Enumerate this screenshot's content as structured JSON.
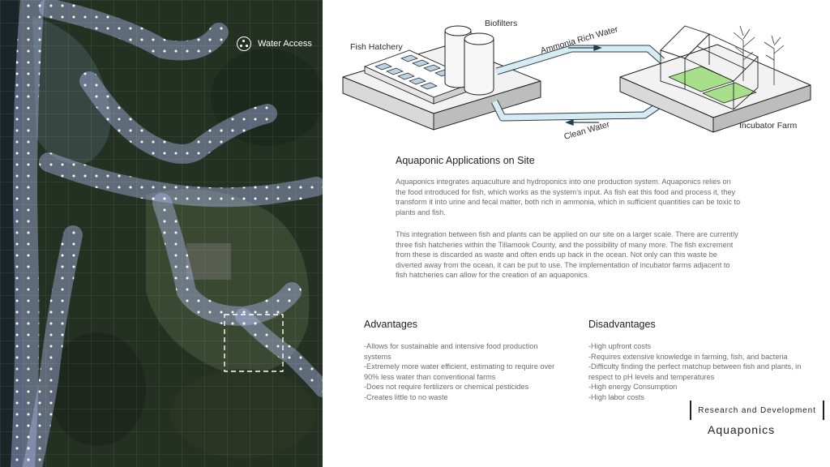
{
  "map": {
    "legend_label": "Water Access"
  },
  "diagram": {
    "labels": {
      "biofilters": "Biofilters",
      "fish_hatchery": "Fish Hatchery",
      "ammonia_water": "Ammonia Rich Water",
      "clean_water": "Clean Water",
      "incubator_farm": "Incubator Farm"
    }
  },
  "main": {
    "title": "Aquaponic Applications on Site",
    "paragraphs": [
      "Aquaponics integrates aquaculture and hydroponics into one production system. Aquaponics relies on the food introduced for fish, which works as the system’s input. As fish eat this food and process it, they transform it into urine and fecal matter, both rich in ammonia, which in sufficient quantities can be toxic to plants and fish.",
      "This integration between fish and plants can be applied on our site on a larger scale. There are currently three fish hatcheries within the Tillamook County, and the possibility of many more. The fish excrement from these is discarded as waste and often ends up back in the ocean. Not only can this waste be diverted away from the ocean, it can be put to use. The implementation of incubator farms adjacent to fish hatcheries can allow for the creation of an aquaponics."
    ]
  },
  "advantages": {
    "title": "Advantages",
    "items": [
      "-Allows for sustainable and intensive food production systems",
      "-Extremely more water efficient, estimating to require over 90% less water than conventional farms",
      "-Does not require fertilizers or chemical pesticides",
      "-Creates little to no waste"
    ]
  },
  "disadvantages": {
    "title": "Disadvantages",
    "items": [
      "-High upfront costs",
      "-Requires extensive knowledge in farming, fish, and bacteria",
      "-Difficulty finding the perfect matchup between fish and plants, in respect to pH levels and temperatures",
      "-High energy Consumption",
      "-High labor costs"
    ]
  },
  "footer": {
    "tag": "Research and Development",
    "title": "Aquaponics"
  }
}
